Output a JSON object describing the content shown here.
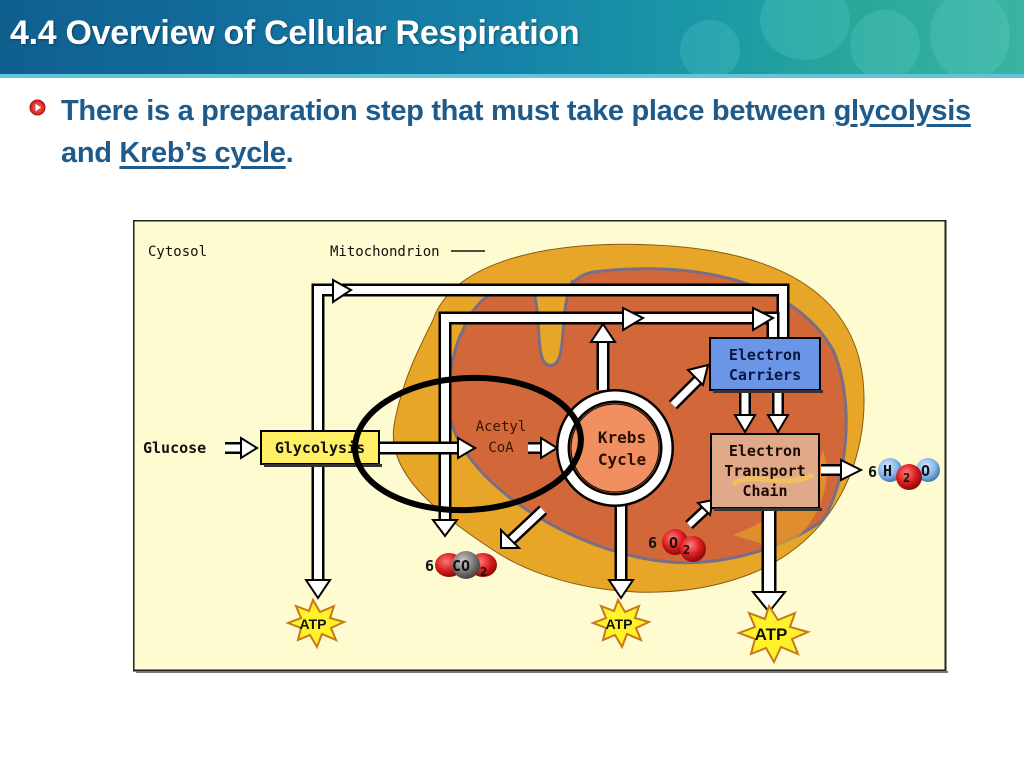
{
  "header": {
    "title": "4.4 Overview of Cellular Respiration"
  },
  "bullet": {
    "icon": "play-bullet-icon",
    "text_before": "There is a preparation step that must take place between ",
    "link1": "glycolysis",
    "text_mid": " and ",
    "link2": "Kreb’s cycle",
    "text_after": "."
  },
  "diagram": {
    "labels": {
      "cytosol": "Cytosol",
      "mitochondrion": "Mitochondrion",
      "glucose": "Glucose",
      "glycolysis": "Glycolysis",
      "acetyl": "Acetyl",
      "coa": "CoA",
      "krebs1": "Krebs",
      "krebs2": "Cycle",
      "carriers1": "Electron",
      "carriers2": "Carriers",
      "etc1": "Electron",
      "etc2": "Transport",
      "etc3": "Chain",
      "co2_count": "6",
      "co2": "CO",
      "co2_sub": "2",
      "o2_count": "6",
      "o2": "O",
      "o2_sub": "2",
      "h2o_count": "6",
      "h2o_h": "H",
      "h2o_sub": "2",
      "h2o_o": "O",
      "atp1": "ATP",
      "atp2": "ATP",
      "atp3": "ATP"
    },
    "colors": {
      "background": "#fffbd0",
      "outer_membrane": "#e8a628",
      "matrix": "#d2673a",
      "membrane_line": "#7a6e86",
      "glycolysis_box": "#fff066",
      "carriers_box": "#6b96e8",
      "etc_box": "#e0a98a",
      "krebs_fill": "#f28f60",
      "atp_star": "#fff22a",
      "highlight_ellipse": "#000000"
    }
  }
}
